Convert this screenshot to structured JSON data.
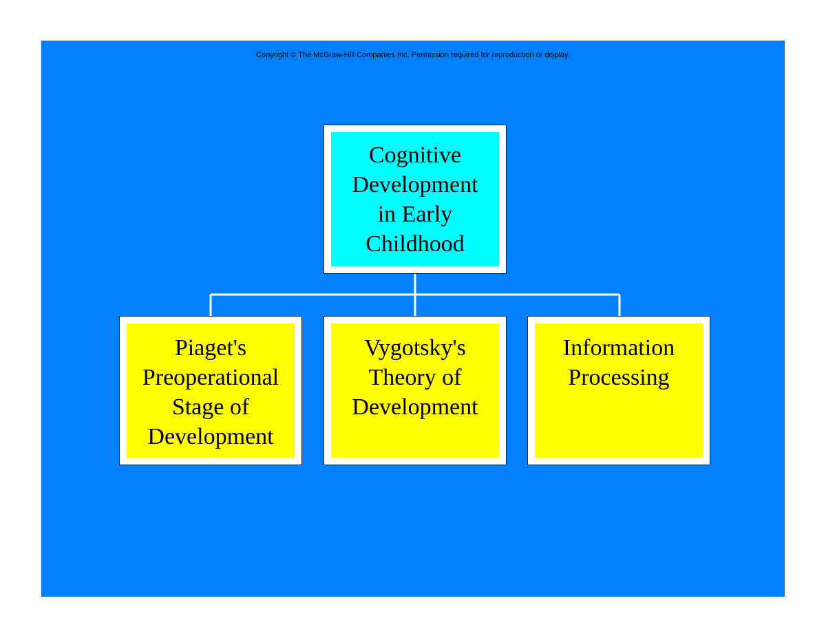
{
  "copyright": "Copyright © The McGraw-Hill Companies Inc. Permission required for reproduction or display.",
  "root": {
    "label": "Cognitive\nDevelopment\nin Early\nChildhood"
  },
  "children": [
    {
      "label": "Piaget's\nPreoperational\nStage of\nDevelopment"
    },
    {
      "label": "Vygotsky's\nTheory of\nDevelopment"
    },
    {
      "label": "Information\nProcessing"
    }
  ],
  "colors": {
    "background": "#0080ff",
    "root_fill": "#00ffff",
    "child_fill": "#ffff00",
    "border": "#ffffff"
  }
}
